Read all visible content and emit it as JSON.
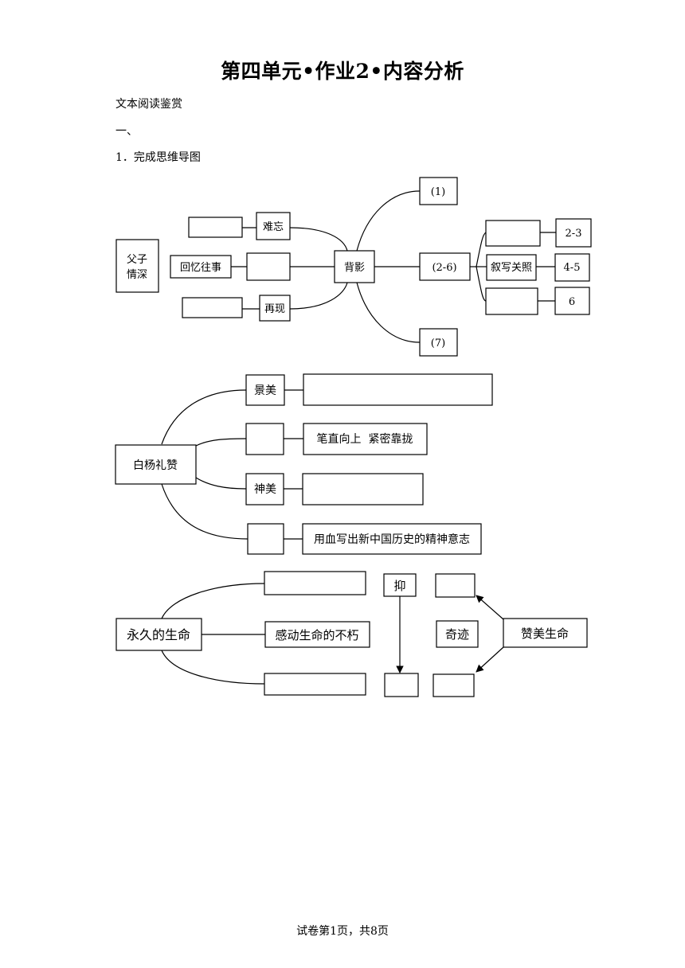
{
  "document": {
    "title": "第四单元•作业2•内容分析",
    "section_label": "文本阅读鉴赏",
    "part_label": "一、",
    "question_label": "1．完成思维导图",
    "footer": "试卷第1页，共8页"
  },
  "map1": {
    "left_label_1": "父子",
    "left_label_2": "情深",
    "recall": "回忆往事",
    "unforgettable": "难忘",
    "reappear": "再现",
    "center": "背影",
    "para1": "(1)",
    "para2_6": "(2-6)",
    "para7": "(7)",
    "narrate": "叙写关照",
    "range_2_3": "2-3",
    "range_4_5": "4-5",
    "range_6": "6"
  },
  "map2": {
    "center": "白杨礼赞",
    "scenery": "景美",
    "upright": "笔直向上  紧密靠拢",
    "spirit": "神美",
    "history": "用血写出新中国历史的精神意志"
  },
  "map3": {
    "center": "永久的生命",
    "moved": "感动生命的不朽",
    "suppress": "抑",
    "miracle": "奇迹",
    "praise": "赞美生命"
  }
}
